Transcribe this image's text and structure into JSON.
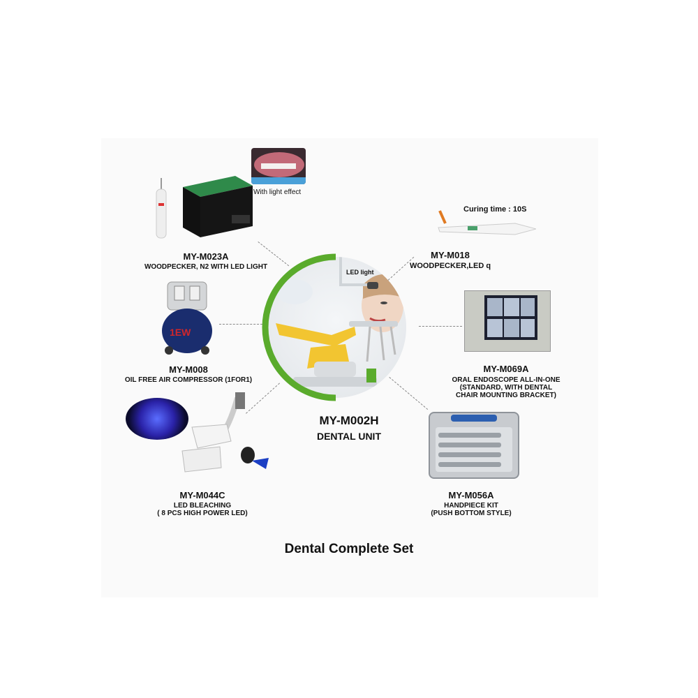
{
  "center": {
    "code": "MY-M002H",
    "name": "DENTAL UNIT",
    "led_tag": "LED light",
    "accent_color": "#5aab2c"
  },
  "products": [
    {
      "code": "MY-M023A",
      "desc": [
        "WOODPECKER,  N2 WITH LED LIGHT"
      ],
      "inset_caption": "With light effect"
    },
    {
      "code": "MY-M018",
      "desc": [
        "WOODPECKER,LED q"
      ],
      "caption": "Curing time : 10S"
    },
    {
      "code": "MY-M008",
      "desc": [
        "OIL FREE AIR COMPRESSOR (1FOR1)"
      ],
      "badge": "1EW"
    },
    {
      "code": "MY-M069A",
      "desc": [
        "ORAL ENDOSCOPE ALL-IN-ONE",
        "(STANDARD, WITH DENTAL",
        "CHAIR MOUNTING BRACKET)"
      ]
    },
    {
      "code": "MY-M044C",
      "desc": [
        "LED BLEACHING",
        "( 8 PCS HIGH POWER LED)"
      ]
    },
    {
      "code": "MY-M056A",
      "desc": [
        "HANDPIECE KIT",
        "(PUSH BOTTOM STYLE)"
      ]
    }
  ],
  "footer_title": "Dental Complete Set"
}
